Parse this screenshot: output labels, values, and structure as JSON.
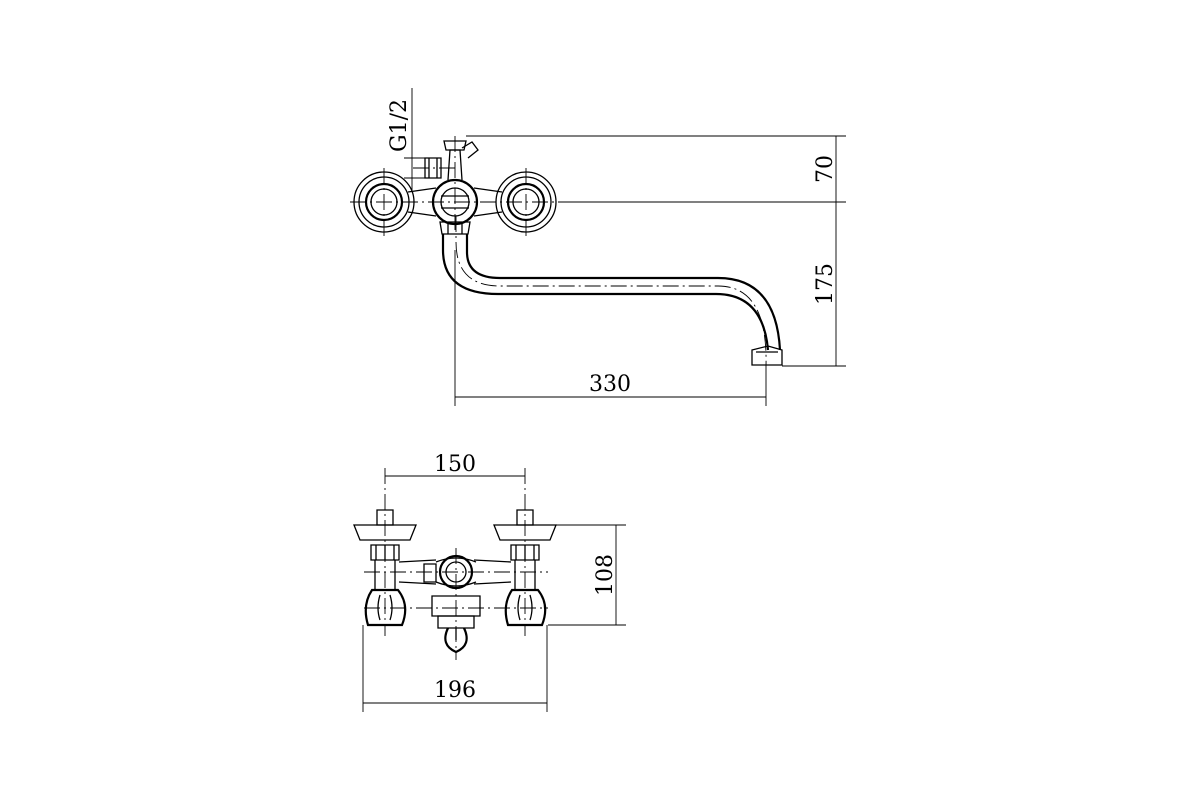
{
  "drawing": {
    "dimensions": {
      "thread": "G1/2",
      "height_top": "70",
      "height_spout": "175",
      "spout_length": "330",
      "valve_spacing": "150",
      "body_height": "108",
      "overall_width": "196"
    }
  }
}
